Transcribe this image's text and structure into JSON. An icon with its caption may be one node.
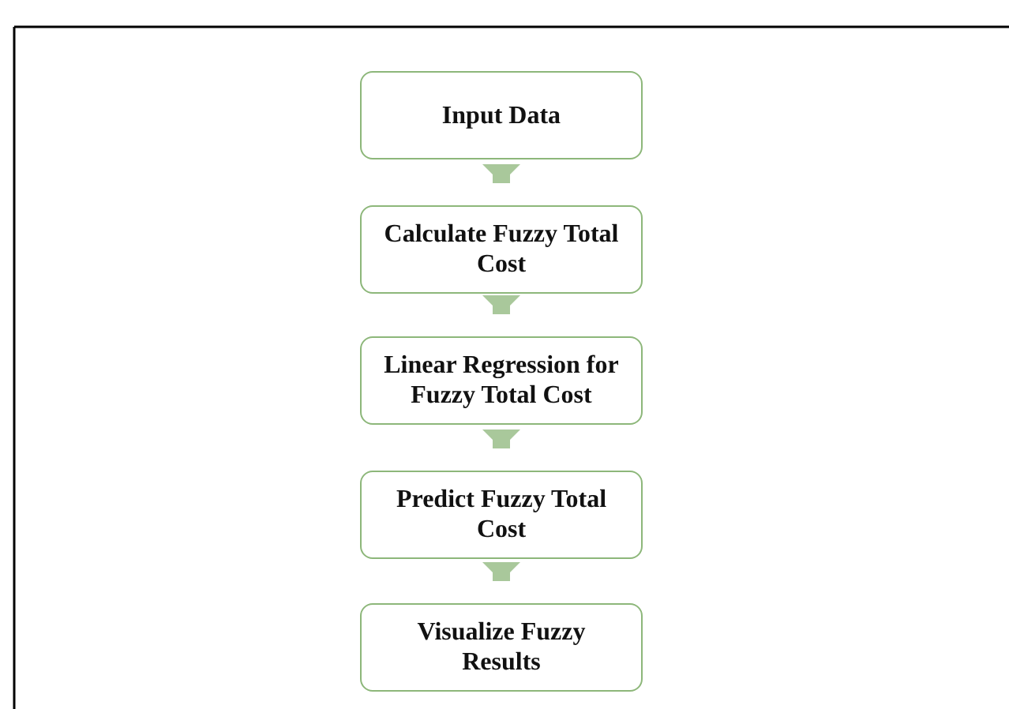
{
  "diagram": {
    "nodes": [
      {
        "text": [
          "Input Data"
        ]
      },
      {
        "text": [
          "Calculate Fuzzy Total Cost"
        ]
      },
      {
        "text": [
          "Linear Regression for Fuzzy Total Cost"
        ]
      },
      {
        "text": [
          "Predict Fuzzy Total Cost"
        ]
      },
      {
        "text": [
          "Visualize Fuzzy Results"
        ]
      }
    ],
    "edges": [
      {
        "from": 0,
        "to": 1,
        "arrow": "to"
      },
      {
        "from": 1,
        "to": 2,
        "arrow": "to"
      },
      {
        "from": 2,
        "to": 3,
        "arrow": "to"
      },
      {
        "from": 3,
        "to": 4,
        "arrow": "to"
      }
    ]
  }
}
